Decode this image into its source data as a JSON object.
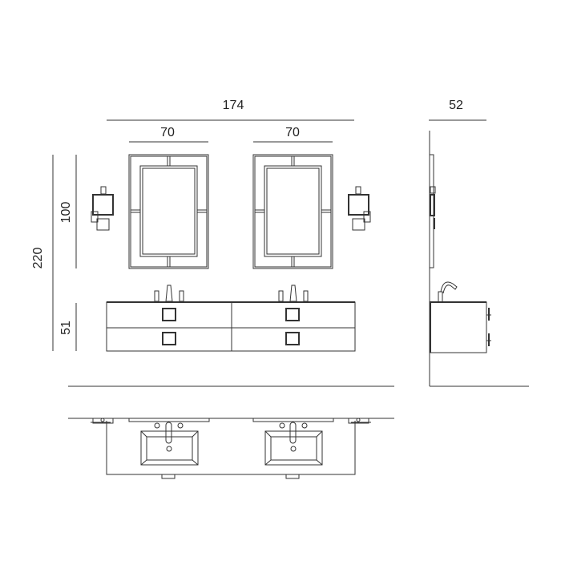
{
  "dimensions": {
    "total_width": "174",
    "mirror_left_width": "70",
    "mirror_right_width": "70",
    "depth": "52",
    "total_height": "220",
    "mirror_height": "100",
    "cabinet_height": "51"
  },
  "colors": {
    "line": "#333333",
    "background": "#ffffff"
  }
}
